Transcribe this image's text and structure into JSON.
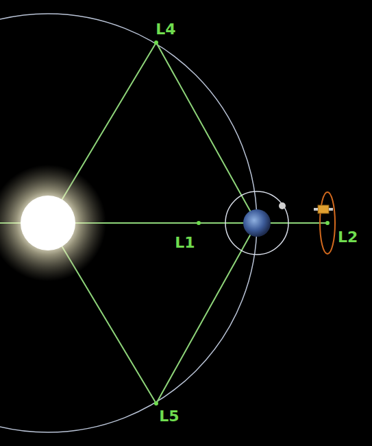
{
  "diagram": {
    "labels": [
      "L4",
      "L1",
      "L2",
      "L5"
    ]
  }
}
